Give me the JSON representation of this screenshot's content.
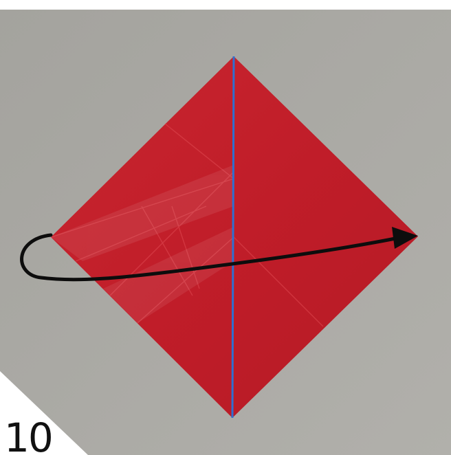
{
  "step": {
    "number": "10"
  },
  "colors": {
    "background_gray": "#a9a8a3",
    "paper_red": "#c41f2a",
    "crease_line_blue": "#2f6fd1",
    "arrow_black": "#0d0d0d",
    "step_text": "#111111"
  },
  "icons": {
    "fold_line": "vertical-crease-line",
    "fold_direction": "fold-arrow"
  }
}
